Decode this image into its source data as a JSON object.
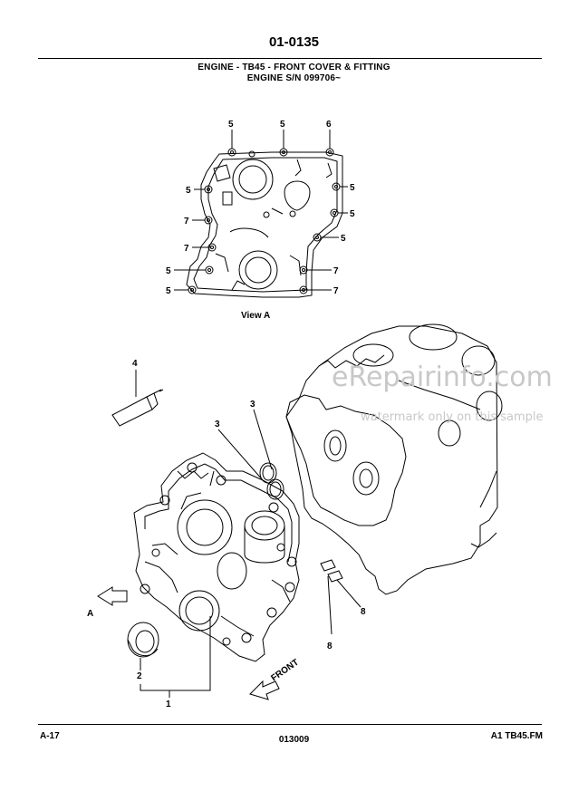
{
  "header": {
    "doc_number": "01-0135",
    "title_line1": "ENGINE - TB45 - FRONT COVER & FITTING",
    "title_line2": "ENGINE S/N 099706~"
  },
  "view_a": {
    "label": "View A",
    "callouts": [
      "5",
      "5",
      "6",
      "5",
      "5",
      "5",
      "7",
      "7",
      "5",
      "5",
      "5",
      "7",
      "7"
    ]
  },
  "main_view": {
    "callouts": [
      "4",
      "3",
      "3",
      "8",
      "8",
      "2",
      "1",
      "A"
    ],
    "front_label": "FRONT"
  },
  "watermark": {
    "line1": "eRepairinfo.com",
    "line2": "watermark only on this sample"
  },
  "footer": {
    "left": "A-17",
    "center": "013009",
    "right": "A1 TB45.FM"
  }
}
